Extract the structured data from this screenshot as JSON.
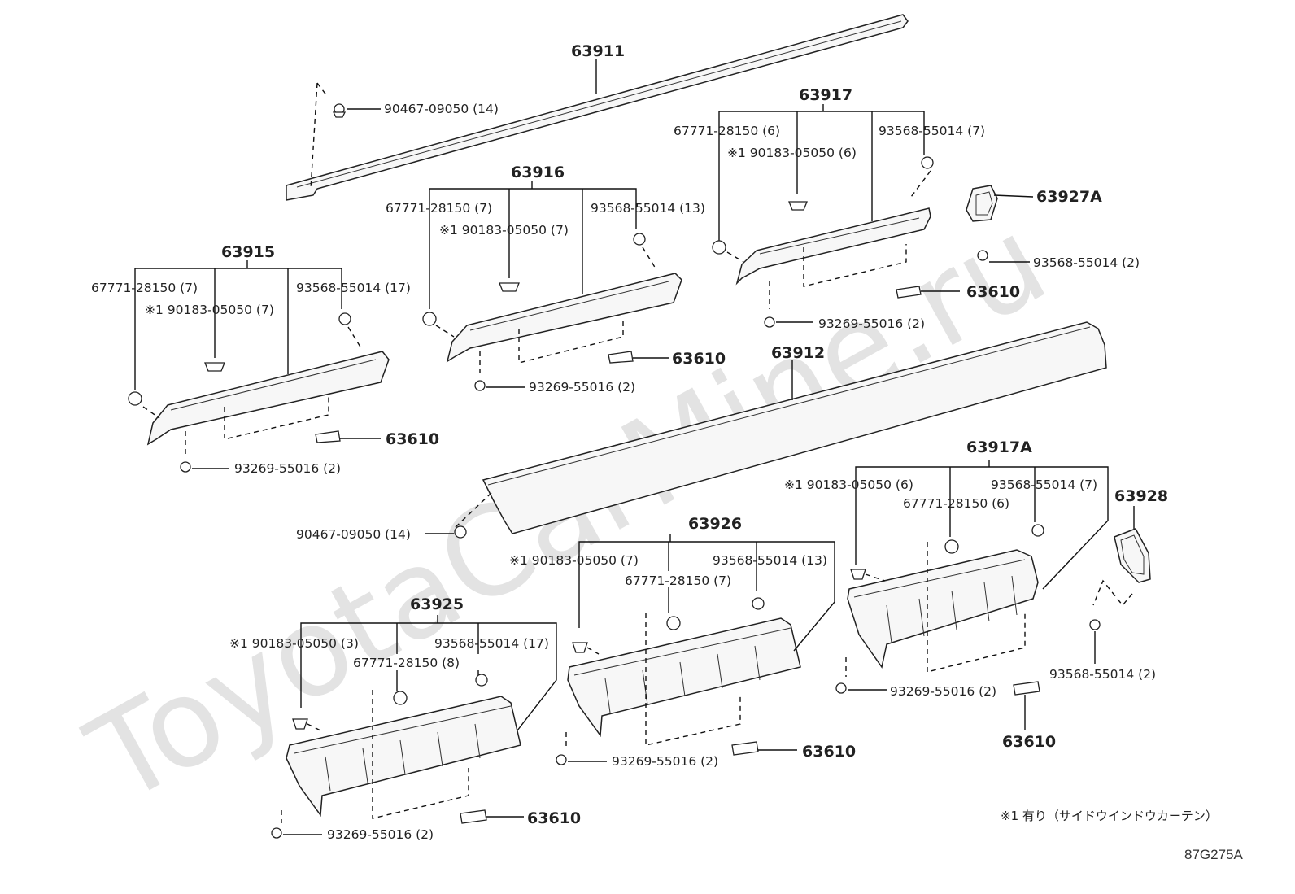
{
  "watermark": "ToyotaCarMine.ru",
  "diagram_code": "87G275A",
  "note": "※1 有り（サイドウインドウカーテン）",
  "labels": {
    "p63911": "63911",
    "c90467_top": "90467-09050 (14)",
    "p63917": "63917",
    "c63917_677": "67771-28150 (6)",
    "c63917_190": "※1 90183-05050 (6)",
    "c63917_935": "93568-55014 (7)",
    "p63927A": "63927A",
    "c63927A_935": "93568-55014 (2)",
    "p63610_a": "63610",
    "c63917_932": "93269-55016 (2)",
    "p63916": "63916",
    "c63916_677": "67771-28150 (7)",
    "c63916_190": "※1 90183-05050 (7)",
    "c63916_935": "93568-55014 (13)",
    "p63610_b": "63610",
    "c63916_932": "93269-55016 (2)",
    "p63915": "63915",
    "c63915_677": "67771-28150 (7)",
    "c63915_190": "※1 90183-05050 (7)",
    "c63915_935": "93568-55014 (17)",
    "p63610_c": "63610",
    "c63915_932": "93269-55016 (2)",
    "p63912": "63912",
    "c90467_mid": "90467-09050 (14)",
    "p63917A": "63917A",
    "c63917A_190": "※1 90183-05050 (6)",
    "c63917A_935": "93568-55014 (7)",
    "c63917A_677": "67771-28150 (6)",
    "p63928": "63928",
    "c63928_935": "93568-55014 (2)",
    "c63917A_932": "93269-55016 (2)",
    "p63610_d": "63610",
    "p63926": "63926",
    "c63926_190": "※1 90183-05050 (7)",
    "c63926_935": "93568-55014 (13)",
    "c63926_677": "67771-28150 (7)",
    "c63926_932": "93269-55016 (2)",
    "p63610_e": "63610",
    "p63925": "63925",
    "c63925_190": "※1 90183-05050 (3)",
    "c63925_935": "93568-55014 (17)",
    "c63925_677": "67771-28150 (8)",
    "c63925_932": "93269-55016 (2)",
    "p63610_f": "63610"
  }
}
